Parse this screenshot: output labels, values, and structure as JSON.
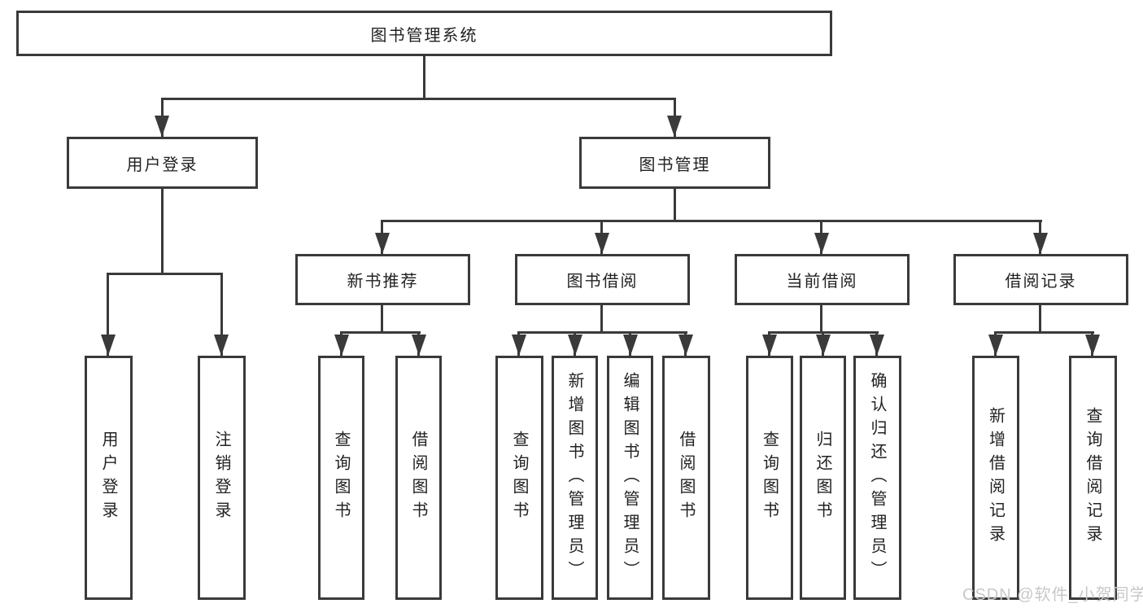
{
  "meta": {
    "type": "hierarchy-diagram",
    "language": "zh-CN"
  },
  "colors": {
    "line": "#3a3a3a",
    "text": "#222222",
    "background": "#ffffff",
    "watermark": "#c8c8c8"
  },
  "nodes": {
    "root": "图书管理系统",
    "level2": [
      "用户登录",
      "图书管理"
    ],
    "level3": [
      "新书推荐",
      "图书借阅",
      "当前借阅",
      "借阅记录"
    ],
    "leaves": {
      "user_login": [
        "用户登录",
        "注销登录"
      ],
      "new_books": [
        "查询图书",
        "借阅图书"
      ],
      "book_borrowing": [
        "查询图书",
        "新增图书（管理员）",
        "编辑图书（管理员）",
        "借阅图书"
      ],
      "current_borrowing": [
        "查询图书",
        "归还图书",
        "确认归还（管理员）"
      ],
      "borrowing_records": [
        "新增借阅记录",
        "查询借阅记录"
      ]
    }
  },
  "watermark": "CSDN @软件_小贺同学"
}
